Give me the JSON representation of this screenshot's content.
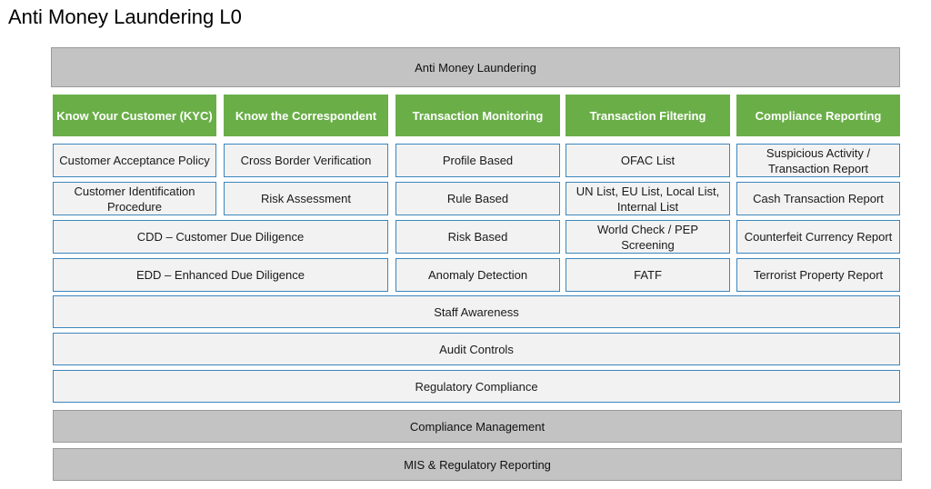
{
  "title": "Anti Money Laundering L0",
  "top_bar": "Anti Money Laundering",
  "headers": [
    "Know Your Customer (KYC)",
    "Know the Correspondent",
    "Transaction Monitoring",
    "Transaction Filtering",
    "Compliance Reporting"
  ],
  "kyc": {
    "customer_acceptance_policy": "Customer Acceptance Policy",
    "customer_identification_procedure": "Customer Identification Procedure",
    "cdd": "CDD – Customer Due Diligence",
    "edd": "EDD – Enhanced Due Diligence"
  },
  "correspondent": {
    "cross_border_verification": "Cross Border Verification",
    "risk_assessment": "Risk Assessment"
  },
  "monitoring": [
    "Profile Based",
    "Rule Based",
    "Risk Based",
    "Anomaly Detection"
  ],
  "filtering": [
    "OFAC List",
    "UN List, EU List, Local List, Internal List",
    "World Check / PEP Screening",
    "FATF"
  ],
  "reporting": [
    "Suspicious Activity / Transaction Report",
    "Cash Transaction Report",
    "Counterfeit Currency Report",
    "Terrorist Property Report"
  ],
  "wide_rows": [
    "Staff Awareness",
    "Audit Controls",
    "Regulatory Compliance"
  ],
  "bottom_bars": [
    "Compliance Management",
    "MIS  & Regulatory Reporting"
  ],
  "colors": {
    "header_green": "#6aae48",
    "cell_border_blue": "#3b86bd",
    "gray_bar": "#c3c3c3"
  }
}
